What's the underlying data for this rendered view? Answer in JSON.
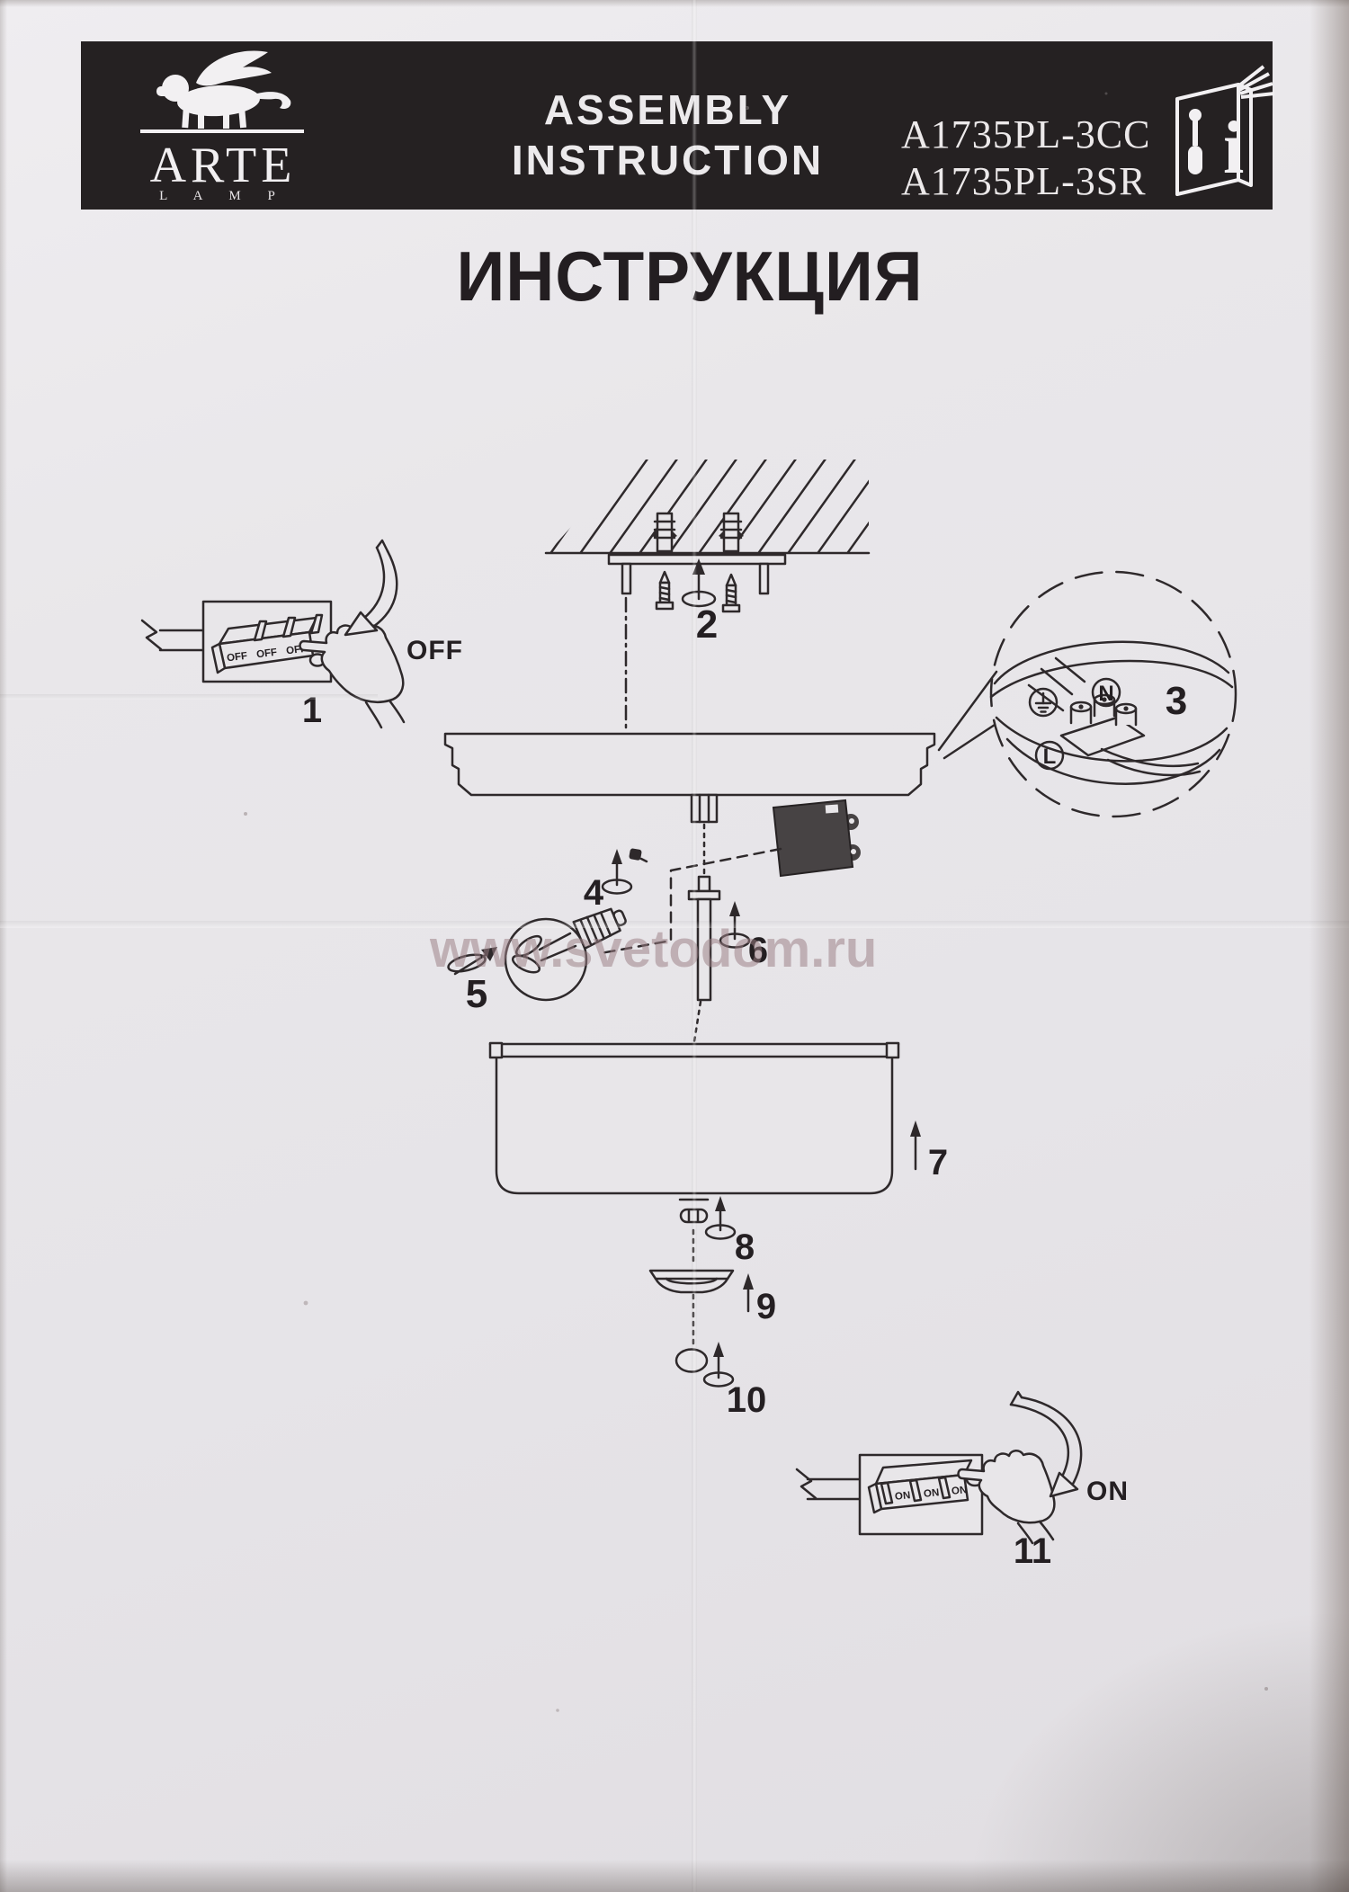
{
  "header": {
    "brand_name": "ARTE",
    "brand_sub": "L A M P",
    "assembly_line1": "ASSEMBLY",
    "assembly_line2": "INSTRUCTION",
    "model_1": "A1735PL-3CC",
    "model_2": "A1735PL-3SR",
    "info_glyph": "i"
  },
  "page_title": "ИНСТРУКЦИЯ",
  "watermark": "www.svetodom.ru",
  "switch_off": {
    "step": "1",
    "state_label": "OFF",
    "toggles": [
      "OFF",
      "OFF",
      "OFF"
    ]
  },
  "switch_on": {
    "step": "11",
    "state_label": "ON",
    "toggles": [
      "ON",
      "ON",
      "ON"
    ]
  },
  "terminal_detail": {
    "step": "3",
    "neutral": "N",
    "live": "L"
  },
  "step_numbers": {
    "n2": "2",
    "n4": "4",
    "n5": "5",
    "n6": "6",
    "n7": "7",
    "n8": "8",
    "n9": "9",
    "n10": "10"
  },
  "colors": {
    "paper": "#e8e6e9",
    "ink": "#2e292b",
    "header_bg": "#252122",
    "header_text": "#eceaec",
    "connector": "#474344",
    "watermark": "#9b7f85"
  }
}
